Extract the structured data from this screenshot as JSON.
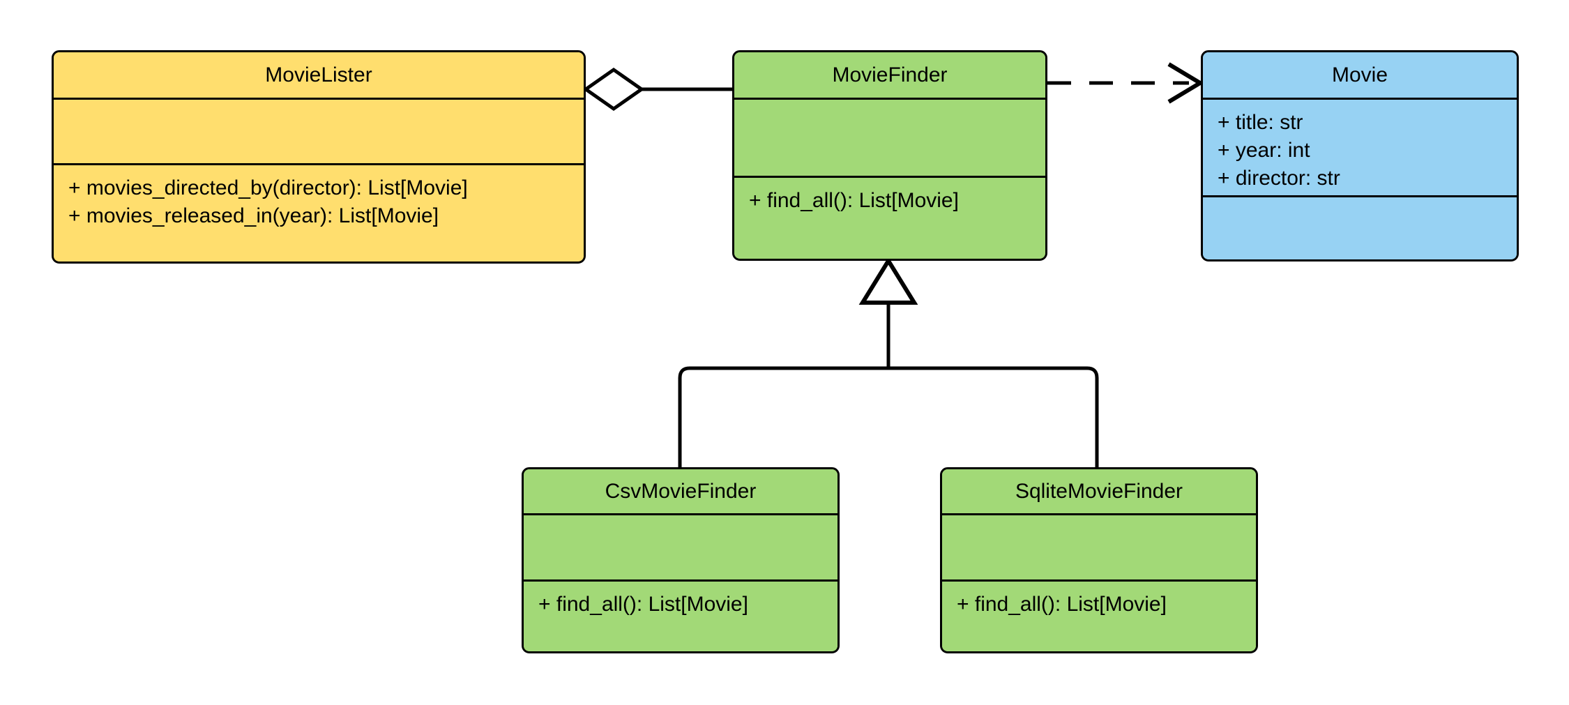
{
  "diagram": {
    "type": "uml-class-diagram",
    "title": "MovieLister dependency injection class diagram",
    "background": "#ffffff",
    "stroke": "#000000"
  },
  "palette": {
    "yellow": "#FFDE6E",
    "green": "#A2D977",
    "blue": "#97D2F3",
    "line": "#000000"
  },
  "classes": [
    {
      "id": "movielister",
      "name": "MovieLister",
      "fill": "#FFDE6E",
      "attributes": [],
      "methods": [
        "+ movies_directed_by(director): List[Movie]",
        "+ movies_released_in(year): List[Movie]"
      ]
    },
    {
      "id": "moviefinder",
      "name": "MovieFinder",
      "fill": "#A2D977",
      "attributes": [],
      "methods": [
        "+ find_all(): List[Movie]"
      ]
    },
    {
      "id": "movie",
      "name": "Movie",
      "fill": "#97D2F3",
      "attributes": [
        "+ title: str",
        "+ year: int",
        "+ director: str"
      ],
      "methods": []
    },
    {
      "id": "csvmoviefinder",
      "name": "CsvMovieFinder",
      "fill": "#A2D977",
      "attributes": [],
      "methods": [
        "+ find_all(): List[Movie]"
      ]
    },
    {
      "id": "sqlitemoviefinder",
      "name": "SqliteMovieFinder",
      "fill": "#A2D977",
      "attributes": [],
      "methods": [
        "+ find_all(): List[Movie]"
      ]
    }
  ],
  "relationships": [
    {
      "id": "rel-aggregation",
      "kind": "aggregation",
      "from": "movielister",
      "to": "moviefinder",
      "marker": "hollow-diamond",
      "style": "solid",
      "label": ""
    },
    {
      "id": "rel-dependency",
      "kind": "dependency",
      "from": "moviefinder",
      "to": "movie",
      "marker": "open-arrow",
      "style": "dashed",
      "label": ""
    },
    {
      "id": "rel-generalization-csv",
      "kind": "generalization",
      "from": "csvmoviefinder",
      "to": "moviefinder",
      "marker": "hollow-triangle",
      "style": "solid",
      "label": ""
    },
    {
      "id": "rel-generalization-sqlite",
      "kind": "generalization",
      "from": "sqlitemoviefinder",
      "to": "moviefinder",
      "marker": "hollow-triangle",
      "style": "solid",
      "label": ""
    }
  ]
}
